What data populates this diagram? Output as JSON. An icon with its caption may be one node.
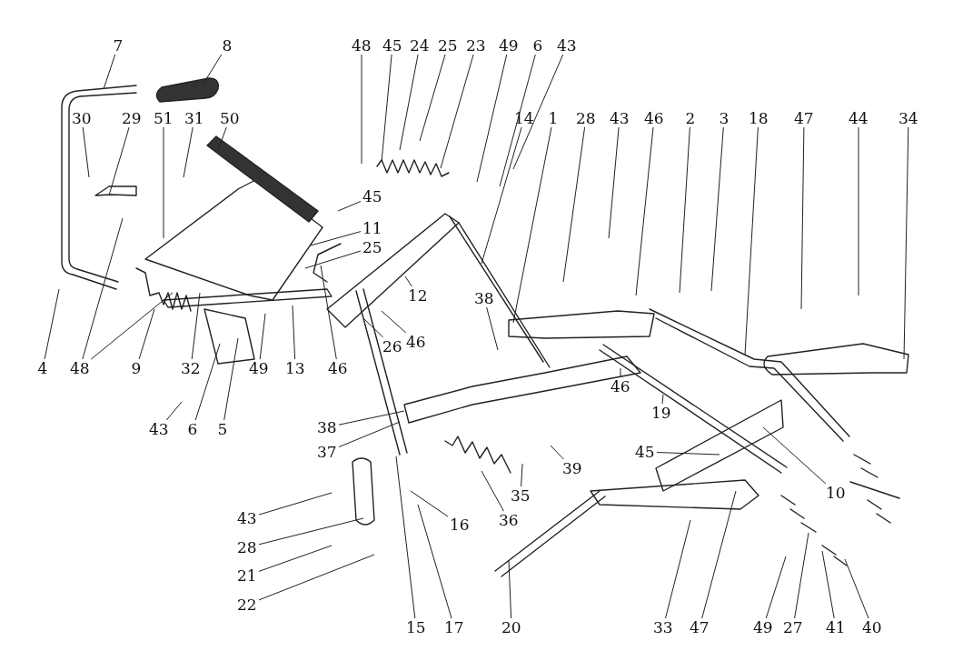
{
  "diagram": {
    "nodes": [
      {
        "text": [
          "7"
        ]
      },
      {
        "text": [
          "8"
        ]
      },
      {
        "text": [
          "48"
        ]
      },
      {
        "text": [
          "45"
        ]
      },
      {
        "text": [
          "24"
        ]
      },
      {
        "text": [
          "25"
        ]
      },
      {
        "text": [
          "23"
        ]
      },
      {
        "text": [
          "49"
        ]
      },
      {
        "text": [
          "6"
        ]
      },
      {
        "text": [
          "43"
        ]
      },
      {
        "text": [
          "30"
        ]
      },
      {
        "text": [
          "29"
        ]
      },
      {
        "text": [
          "51"
        ]
      },
      {
        "text": [
          "31"
        ]
      },
      {
        "text": [
          "50"
        ]
      },
      {
        "text": [
          "14"
        ]
      },
      {
        "text": [
          "1"
        ]
      },
      {
        "text": [
          "28"
        ]
      },
      {
        "text": [
          "43"
        ]
      },
      {
        "text": [
          "46"
        ]
      },
      {
        "text": [
          "2"
        ]
      },
      {
        "text": [
          "3"
        ]
      },
      {
        "text": [
          "18"
        ]
      },
      {
        "text": [
          "47"
        ]
      },
      {
        "text": [
          "44"
        ]
      },
      {
        "text": [
          "34"
        ]
      },
      {
        "text": [
          "45"
        ]
      },
      {
        "text": [
          "11"
        ]
      },
      {
        "text": [
          "25"
        ]
      },
      {
        "text": [
          "38"
        ]
      },
      {
        "text": [
          "12"
        ]
      },
      {
        "text": [
          "46"
        ]
      },
      {
        "text": [
          "26"
        ]
      },
      {
        "text": [
          "4"
        ]
      },
      {
        "text": [
          "48"
        ]
      },
      {
        "text": [
          "9"
        ]
      },
      {
        "text": [
          "32"
        ]
      },
      {
        "text": [
          "49"
        ]
      },
      {
        "text": [
          "13"
        ]
      },
      {
        "text": [
          "46"
        ]
      },
      {
        "text": [
          "46"
        ]
      },
      {
        "text": [
          "19"
        ]
      },
      {
        "text": [
          "43"
        ]
      },
      {
        "text": [
          "6"
        ]
      },
      {
        "text": [
          "5"
        ]
      },
      {
        "text": [
          "38"
        ]
      },
      {
        "text": [
          "37"
        ]
      },
      {
        "text": [
          "45"
        ]
      },
      {
        "text": [
          "39"
        ]
      },
      {
        "text": [
          "10"
        ]
      },
      {
        "text": [
          "35"
        ]
      },
      {
        "text": [
          "43"
        ]
      },
      {
        "text": [
          "36"
        ]
      },
      {
        "text": [
          "16"
        ]
      },
      {
        "text": [
          "28"
        ]
      },
      {
        "text": [
          "21"
        ]
      },
      {
        "text": [
          "22"
        ]
      },
      {
        "text": [
          "15"
        ]
      },
      {
        "text": [
          "17"
        ]
      },
      {
        "text": [
          "20"
        ]
      },
      {
        "text": [
          "33"
        ]
      },
      {
        "text": [
          "47"
        ]
      },
      {
        "text": [
          "49"
        ]
      },
      {
        "text": [
          "27"
        ]
      },
      {
        "text": [
          "41"
        ]
      },
      {
        "text": [
          "40"
        ]
      }
    ],
    "edges": [
      {
        "from": 0,
        "to": null,
        "arrow": "none"
      },
      {
        "from": 1,
        "to": null,
        "arrow": "none"
      },
      {
        "from": 2,
        "to": null,
        "arrow": "none"
      },
      {
        "from": 3,
        "to": null,
        "arrow": "none"
      },
      {
        "from": 4,
        "to": null,
        "arrow": "none"
      },
      {
        "from": 5,
        "to": null,
        "arrow": "none"
      },
      {
        "from": 6,
        "to": null,
        "arrow": "none"
      },
      {
        "from": 7,
        "to": null,
        "arrow": "none"
      },
      {
        "from": 8,
        "to": null,
        "arrow": "none"
      },
      {
        "from": 9,
        "to": null,
        "arrow": "none"
      },
      {
        "from": 10,
        "to": null,
        "arrow": "none"
      },
      {
        "from": 11,
        "to": null,
        "arrow": "none"
      },
      {
        "from": 12,
        "to": null,
        "arrow": "none"
      },
      {
        "from": 13,
        "to": null,
        "arrow": "none"
      },
      {
        "from": 14,
        "to": null,
        "arrow": "none"
      },
      {
        "from": 15,
        "to": null,
        "arrow": "none"
      },
      {
        "from": 16,
        "to": null,
        "arrow": "none"
      },
      {
        "from": 17,
        "to": null,
        "arrow": "none"
      },
      {
        "from": 18,
        "to": null,
        "arrow": "none"
      },
      {
        "from": 19,
        "to": null,
        "arrow": "none"
      },
      {
        "from": 20,
        "to": null,
        "arrow": "none"
      },
      {
        "from": 21,
        "to": null,
        "arrow": "none"
      },
      {
        "from": 22,
        "to": null,
        "arrow": "none"
      },
      {
        "from": 23,
        "to": null,
        "arrow": "none"
      },
      {
        "from": 24,
        "to": null,
        "arrow": "none"
      },
      {
        "from": 25,
        "to": null,
        "arrow": "none"
      },
      {
        "from": 26,
        "to": null,
        "arrow": "none"
      },
      {
        "from": 27,
        "to": null,
        "arrow": "none"
      },
      {
        "from": 28,
        "to": null,
        "arrow": "none"
      },
      {
        "from": 29,
        "to": null,
        "arrow": "none"
      },
      {
        "from": 30,
        "to": null,
        "arrow": "none"
      },
      {
        "from": 31,
        "to": null,
        "arrow": "none"
      },
      {
        "from": 32,
        "to": null,
        "arrow": "none"
      },
      {
        "from": 33,
        "to": null,
        "arrow": "none"
      },
      {
        "from": 34,
        "to": null,
        "arrow": "none"
      },
      {
        "from": 34,
        "to": null,
        "arrow": "none"
      },
      {
        "from": 35,
        "to": null,
        "arrow": "none"
      },
      {
        "from": 36,
        "to": null,
        "arrow": "none"
      },
      {
        "from": 37,
        "to": null,
        "arrow": "none"
      },
      {
        "from": 38,
        "to": null,
        "arrow": "none"
      },
      {
        "from": 39,
        "to": null,
        "arrow": "none"
      },
      {
        "from": 40,
        "to": null,
        "arrow": "none"
      },
      {
        "from": 41,
        "to": null,
        "arrow": "none"
      },
      {
        "from": 42,
        "to": null,
        "arrow": "none"
      },
      {
        "from": 43,
        "to": null,
        "arrow": "none"
      },
      {
        "from": 44,
        "to": null,
        "arrow": "none"
      },
      {
        "from": 45,
        "to": null,
        "arrow": "none"
      },
      {
        "from": 46,
        "to": null,
        "arrow": "none"
      },
      {
        "from": 47,
        "to": null,
        "arrow": "none"
      },
      {
        "from": 48,
        "to": null,
        "arrow": "none"
      },
      {
        "from": 49,
        "to": null,
        "arrow": "none"
      },
      {
        "from": 50,
        "to": null,
        "arrow": "none"
      },
      {
        "from": 51,
        "to": null,
        "arrow": "none"
      },
      {
        "from": 52,
        "to": null,
        "arrow": "none"
      },
      {
        "from": 53,
        "to": null,
        "arrow": "none"
      },
      {
        "from": 54,
        "to": null,
        "arrow": "none"
      },
      {
        "from": 55,
        "to": null,
        "arrow": "none"
      },
      {
        "from": 56,
        "to": null,
        "arrow": "none"
      },
      {
        "from": 57,
        "to": null,
        "arrow": "none"
      },
      {
        "from": 58,
        "to": null,
        "arrow": "none"
      },
      {
        "from": 59,
        "to": null,
        "arrow": "none"
      },
      {
        "from": 60,
        "to": null,
        "arrow": "none"
      },
      {
        "from": 61,
        "to": null,
        "arrow": "none"
      },
      {
        "from": 62,
        "to": null,
        "arrow": "none"
      },
      {
        "from": 63,
        "to": null,
        "arrow": "none"
      },
      {
        "from": 64,
        "to": null,
        "arrow": "none"
      },
      {
        "from": 65,
        "to": null,
        "arrow": "none"
      }
    ]
  }
}
